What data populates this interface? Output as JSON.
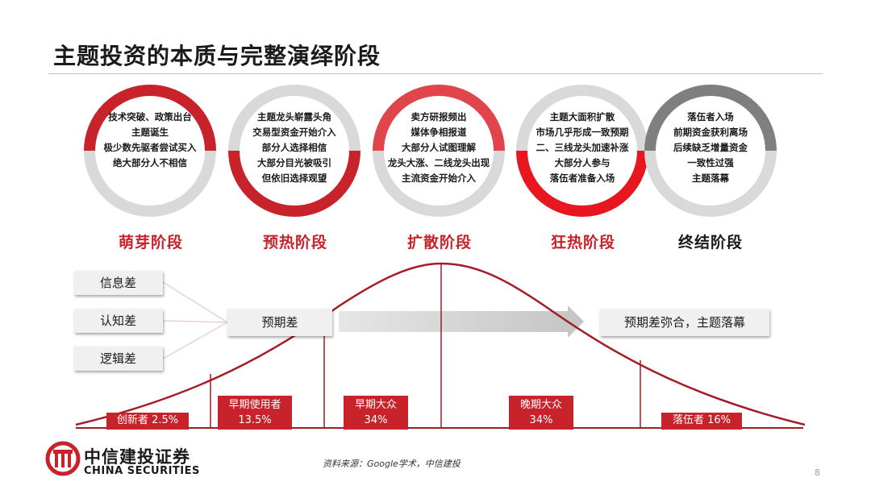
{
  "title": "主题投资的本质与完整演绎阶段",
  "colors": {
    "red": "#c8222a",
    "light_red": "#e0454b",
    "bright_red": "#e8161f",
    "gray": "#7f7f7f",
    "ring_gray": "#d9d9d9",
    "box_gray": "#f0f0f0"
  },
  "stages": [
    {
      "label": "萌芽阶段",
      "lines": [
        "技术突破、政策出台",
        "主题诞生",
        "极少数先驱者尝试买入",
        "绝大部分人不相信"
      ]
    },
    {
      "label": "预热阶段",
      "lines": [
        "主题龙头崭露头角",
        "交易型资金开始介入",
        "部分人选择相信",
        "大部分目光被吸引",
        "但依旧选择观望"
      ]
    },
    {
      "label": "扩散阶段",
      "lines": [
        "卖方研报频出",
        "媒体争相报道",
        "大部分人试图理解",
        "龙头大涨、二线龙头出现",
        "主流资金开始介入"
      ]
    },
    {
      "label": "狂热阶段",
      "lines": [
        "主题大面积扩散",
        "市场几乎形成一致预期",
        "二、三线龙头加速补涨",
        "大部分人参与",
        "落伍者准备入场"
      ]
    },
    {
      "label": "终结阶段",
      "lines": [
        "落伍者入场",
        "前期资金获利离场",
        "后续缺乏增量资金",
        "一致性过强",
        "主题落幕"
      ]
    }
  ],
  "gaps": [
    "信息差",
    "认知差",
    "逻辑差"
  ],
  "expectation_gap": "预期差",
  "expectation_close": "预期差弥合，主题落幕",
  "segments": [
    {
      "name": "创新者",
      "pct": "2.5%"
    },
    {
      "name": "早期使用者",
      "pct": "13.5%"
    },
    {
      "name": "早期大众",
      "pct": "34%"
    },
    {
      "name": "晚期大众",
      "pct": "34%"
    },
    {
      "name": "落伍者",
      "pct": "16%"
    }
  ],
  "logo": {
    "cn": "中信建投证券",
    "en": "CHINA SECURITIES",
    "emblem": "citic-logo-icon"
  },
  "source": "资料来源：Google学术，中信建投",
  "page_number": "8"
}
